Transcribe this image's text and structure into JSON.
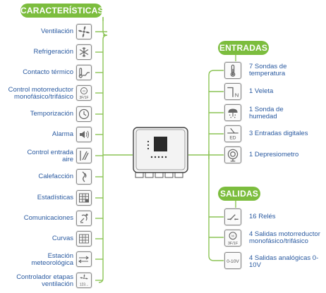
{
  "caracteristicas": {
    "title": "CARACTERÍSTICAS",
    "items": [
      {
        "label": "Ventilación",
        "icon": "fan-icon"
      },
      {
        "label": "Refrigeración",
        "icon": "snowflake-icon"
      },
      {
        "label": "Contacto térmico",
        "icon": "thermal-contact-icon"
      },
      {
        "label": "Control motorreductor monofásico/trifásico",
        "icon": "motor-icon",
        "icon_text": "3F/1F"
      },
      {
        "label": "Temporización",
        "icon": "clock-icon"
      },
      {
        "label": "Alarma",
        "icon": "alarm-icon"
      },
      {
        "label": "Control entrada aire",
        "icon": "air-inlet-icon"
      },
      {
        "label": "Calefacción",
        "icon": "heating-icon"
      },
      {
        "label": "Estadísticas",
        "icon": "statistics-icon"
      },
      {
        "label": "Comunicaciones",
        "icon": "communications-icon"
      },
      {
        "label": "Curvas",
        "icon": "curves-icon"
      },
      {
        "label": "Estación meteorológica",
        "icon": "weather-station-icon"
      },
      {
        "label": "Controlador etapas ventilación",
        "icon": "ventilation-stages-icon",
        "icon_text": "123..."
      }
    ]
  },
  "entradas": {
    "title": "ENTRADAS",
    "items": [
      {
        "label": "7 Sondas de temperatura",
        "icon": "thermometer-icon"
      },
      {
        "label": "1 Veleta",
        "icon": "wind-vane-icon",
        "icon_text": "N"
      },
      {
        "label": "1 Sonda de humedad",
        "icon": "humidity-icon"
      },
      {
        "label": "3 Entradas digitales",
        "icon": "digital-input-icon",
        "icon_text": "ED"
      },
      {
        "label": "1 Depresiometro",
        "icon": "pressure-gauge-icon"
      }
    ]
  },
  "salidas": {
    "title": "SALIDAS",
    "items": [
      {
        "label": "16 Relés",
        "icon": "relay-icon"
      },
      {
        "label": "4 Salidas motorreductor monofásico/trifásico",
        "icon": "motor-icon",
        "icon_text": "3F/1F"
      },
      {
        "label": "4 Salidas analógicas 0-10V",
        "icon": "analog-output-icon",
        "icon_text": "0-10V"
      }
    ]
  },
  "colors": {
    "accent": "#7cbd3e",
    "label": "#2a5aa0",
    "icon_border": "#8a8a8a"
  }
}
